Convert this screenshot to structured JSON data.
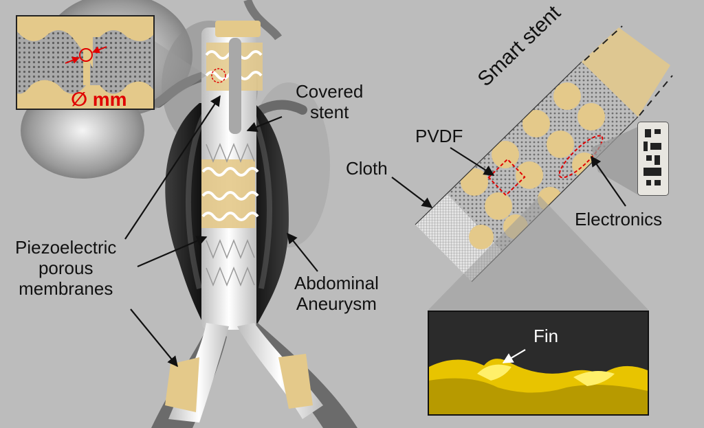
{
  "labels": {
    "covered_stent": [
      "Covered",
      "stent"
    ],
    "piezo": [
      "Piezoelectric",
      "porous",
      "membranes"
    ],
    "abdominal": [
      "Abdominal",
      "Aneurysm"
    ],
    "smart_stent": "Smart stent",
    "pvdf": "PVDF",
    "cloth": "Cloth",
    "electronics": "Electronics",
    "fin": "Fin",
    "diameter": "∅ mm"
  },
  "colors": {
    "background": "#bcbcbc",
    "membrane": "#e4c98a",
    "membrane_dark": "#d7a64a",
    "vessel": "#7a7a7a",
    "aneurysm": "#2c2c2c",
    "stent_cover": "#f2f2f2",
    "highlight": "#e00000",
    "photo_bg": "#2b2b2b",
    "photo_gold": "#e8c400"
  },
  "icons": [
    "circle-marker-icon",
    "arrow-icon",
    "chip-icon"
  ]
}
